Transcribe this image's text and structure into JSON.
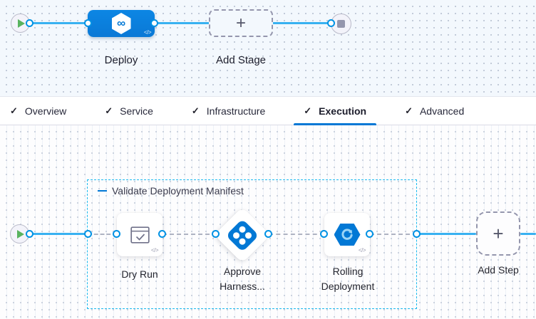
{
  "glyphs": {
    "check": "✓",
    "plus": "+",
    "infinity": "∞",
    "code": "</>"
  },
  "stage_pipeline": {
    "stage_label": "Deploy",
    "add_stage_label": "Add Stage"
  },
  "tabs": {
    "active": "Execution",
    "items": [
      {
        "label": "Overview",
        "checked": true
      },
      {
        "label": "Service",
        "checked": true
      },
      {
        "label": "Infrastructure",
        "checked": true
      },
      {
        "label": "Execution",
        "checked": true
      },
      {
        "label": "Advanced",
        "checked": true
      }
    ]
  },
  "execution": {
    "group_label": "Validate Deployment Manifest",
    "steps": [
      {
        "label": "Dry Run"
      },
      {
        "label": "Approve Harness..."
      },
      {
        "label": "Rolling Deployment"
      }
    ],
    "add_step_label": "Add Step"
  },
  "colors": {
    "accent_blue": "#0278d5",
    "edge_blue": "#38b1f1",
    "port_ring": "#0092e4",
    "group_border": "#1ab9ee"
  }
}
